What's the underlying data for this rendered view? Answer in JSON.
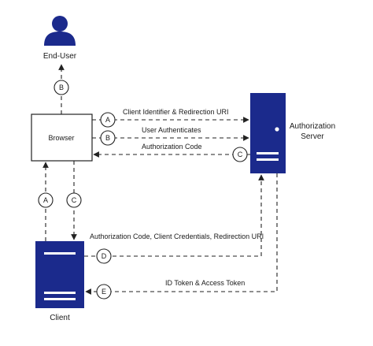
{
  "nodes": {
    "end_user": "End-User",
    "browser": "Browser",
    "auth_server": [
      "Authorization",
      "Server"
    ],
    "client": "Client"
  },
  "steps": {
    "b_user": "B",
    "a_browser": "A",
    "b_browser": "B",
    "c_server": "C",
    "a_client": "A",
    "c_client": "C",
    "d": "D",
    "e": "E"
  },
  "messages": {
    "client_identifier": "Client Identifier & Redirection URI",
    "user_authenticates": "User Authenticates",
    "authorization_code": "Authorization Code",
    "token_request": "Authorization Code,  Client Credentials, Redirection URI",
    "token_response": "ID Token & Access Token"
  },
  "colors": {
    "server_fill": "#1b2a8c",
    "user_icon": "#1b2a8c",
    "line": "#222222"
  },
  "icons": {
    "end_user": "user-icon",
    "auth_server": "server-icon",
    "client": "server-icon"
  }
}
